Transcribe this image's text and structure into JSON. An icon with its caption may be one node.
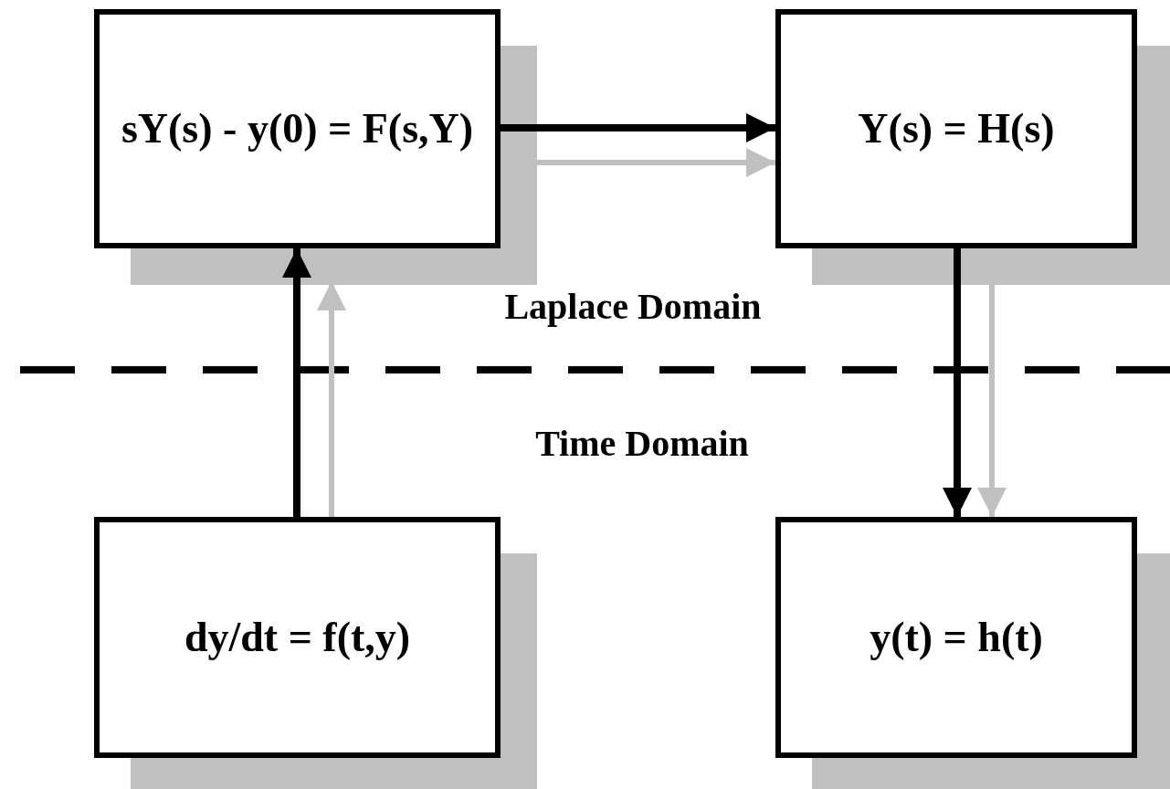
{
  "diagram": {
    "nodes": [
      {
        "text": [
          "sY(s) - y(0) = F(s,Y)"
        ]
      },
      {
        "text": [
          "Y(s) = H(s)"
        ]
      },
      {
        "text": [
          "dy/dt = f(t,y)"
        ]
      },
      {
        "text": [
          "y(t) = h(t)"
        ]
      }
    ],
    "edges": [
      {
        "from": 0,
        "to": 1,
        "arrow": "to"
      },
      {
        "from": 0,
        "to": 1,
        "arrow": "to",
        "color": "#c0c0c0"
      },
      {
        "from": 2,
        "to": 0,
        "arrow": "to"
      },
      {
        "from": 2,
        "to": 0,
        "arrow": "to",
        "color": "#c0c0c0"
      },
      {
        "from": 1,
        "to": 3,
        "arrow": "to"
      },
      {
        "from": 1,
        "to": 3,
        "arrow": "to",
        "color": "#c0c0c0"
      }
    ],
    "labels": [
      "Laplace Domain",
      "Time Domain"
    ]
  }
}
